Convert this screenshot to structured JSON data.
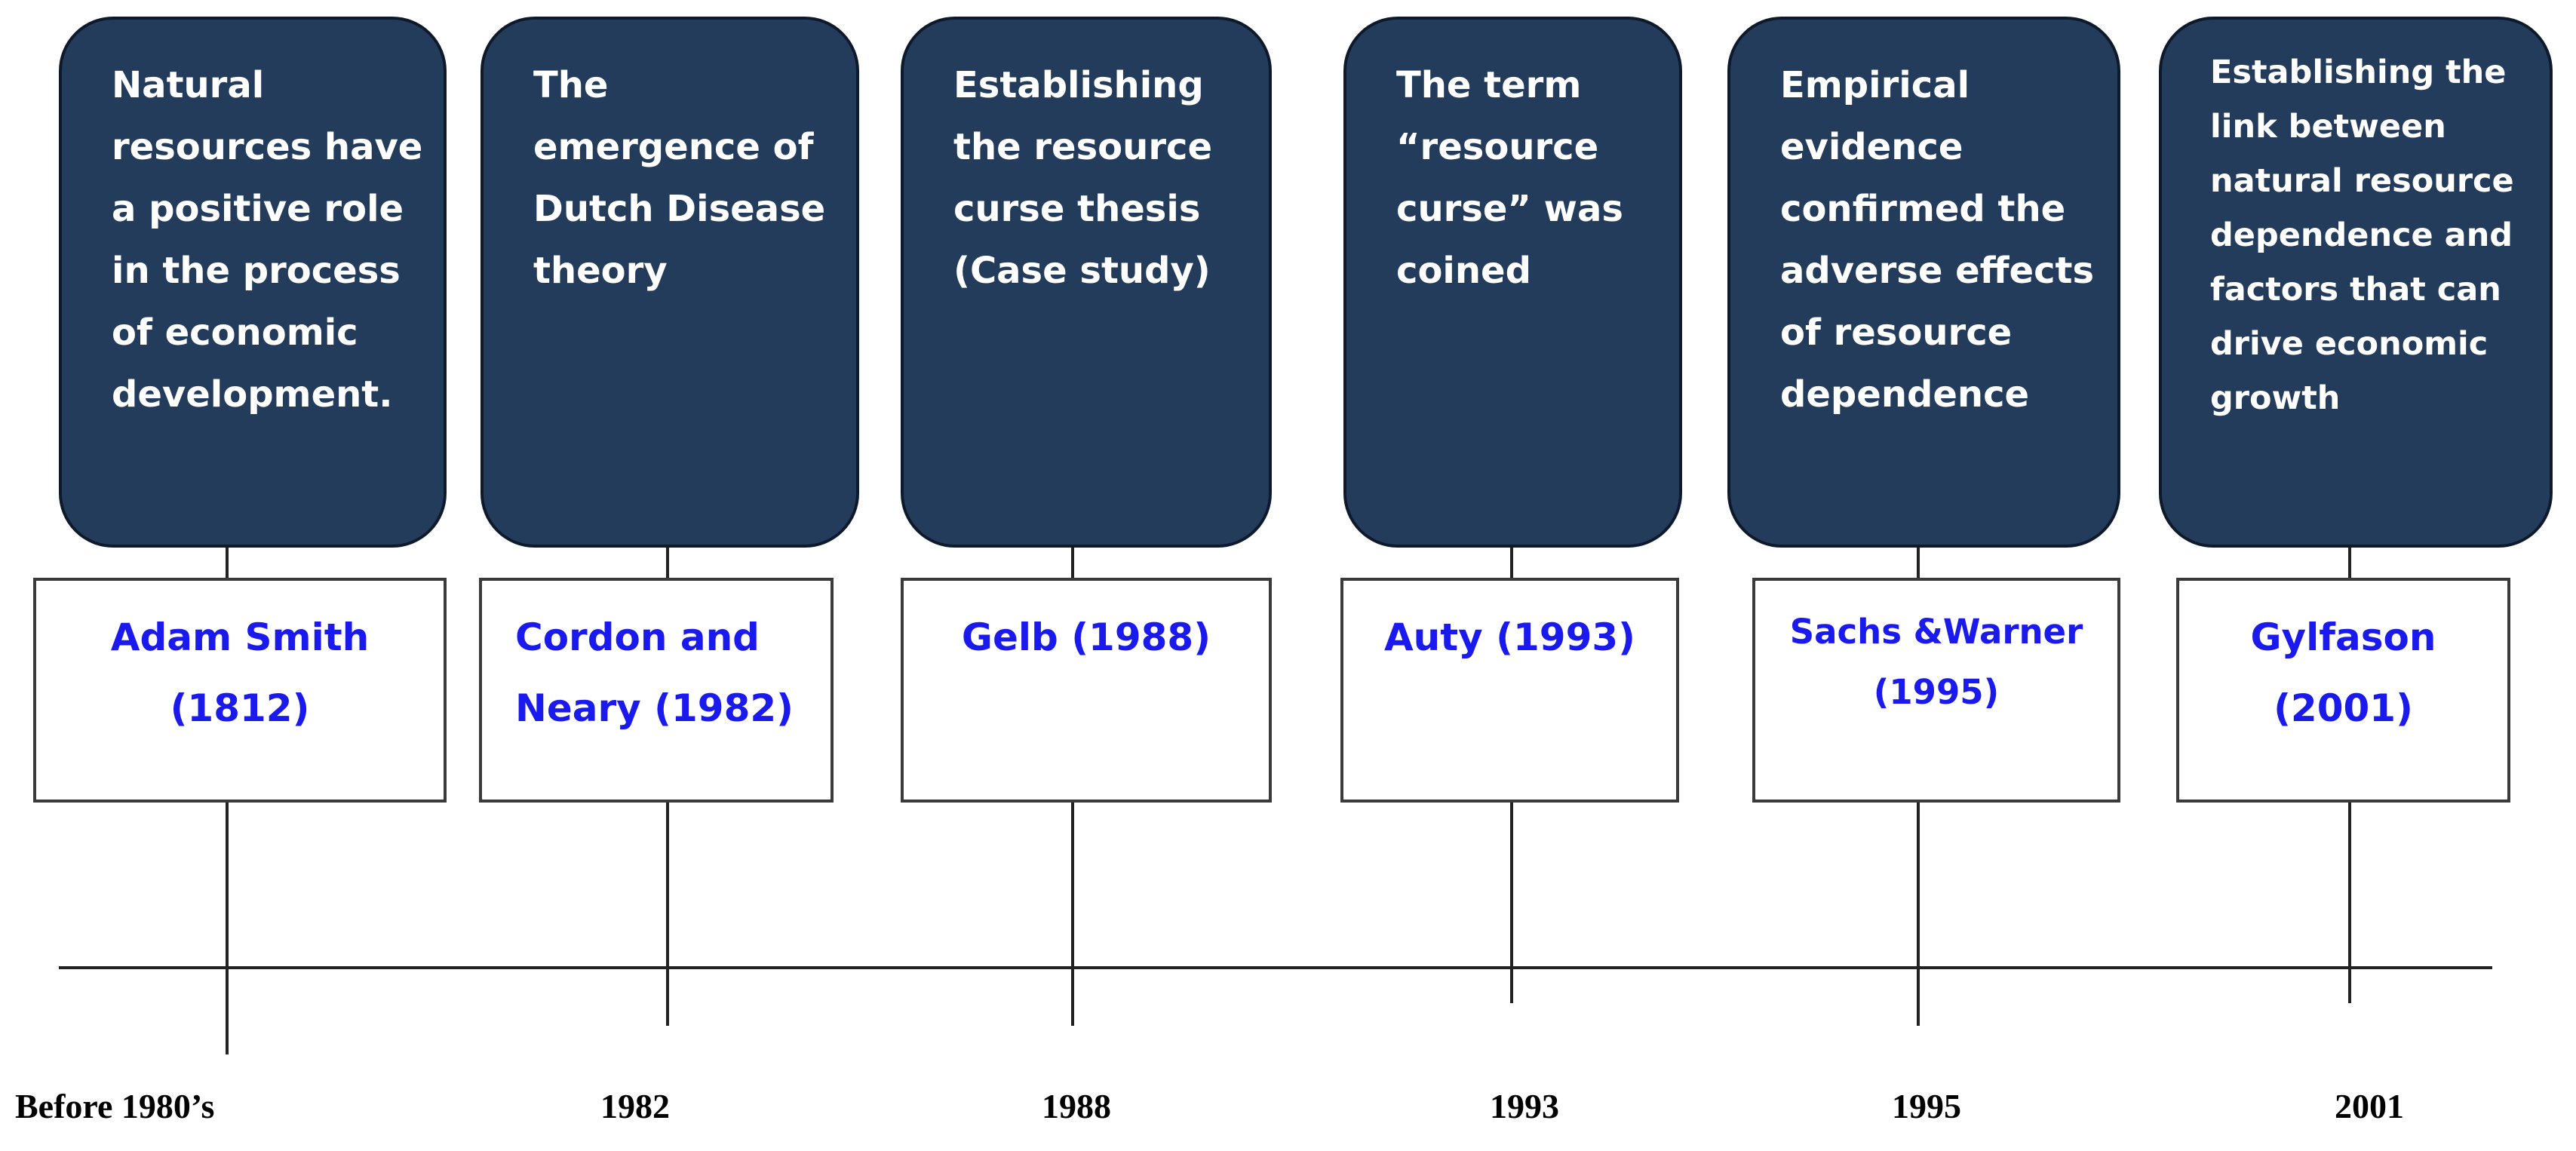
{
  "events": [
    {
      "description_lines": [
        "Natural",
        "resources have",
        "a positive role",
        "in the process",
        "of economic",
        "development."
      ],
      "author_lines": [
        "Adam Smith",
        "(1812)"
      ],
      "year_label": "Before 1980’s"
    },
    {
      "description_lines": [
        "The",
        "emergence of",
        "Dutch Disease",
        "theory"
      ],
      "author_lines": [
        "Cordon and",
        "Neary (1982)"
      ],
      "year_label": "1982"
    },
    {
      "description_lines": [
        "Establishing",
        "the resource",
        "curse thesis",
        "(Case study)"
      ],
      "author_lines": [
        "Gelb (1988)"
      ],
      "year_label": "1988"
    },
    {
      "description_lines": [
        "The term",
        "“resource",
        "curse” was",
        "coined"
      ],
      "author_lines": [
        "Auty (1993)"
      ],
      "year_label": "1993"
    },
    {
      "description_lines": [
        "Empirical",
        "evidence",
        "confirmed the",
        "adverse effects",
        "of resource",
        "dependence"
      ],
      "author_lines": [
        "Sachs &Warner",
        "(1995)"
      ],
      "year_label": "1995"
    },
    {
      "description_lines": [
        "Establishing the",
        "link between",
        "natural resource",
        "dependence and",
        "factors that can",
        "drive economic",
        "growth"
      ],
      "author_lines": [
        "Gylfason",
        "(2001)"
      ],
      "year_label": "2001"
    }
  ],
  "colors": {
    "card_fill": "#243c5c",
    "card_border": "#0e1a2c",
    "author_text": "#1a1aee",
    "line": "#222222"
  }
}
